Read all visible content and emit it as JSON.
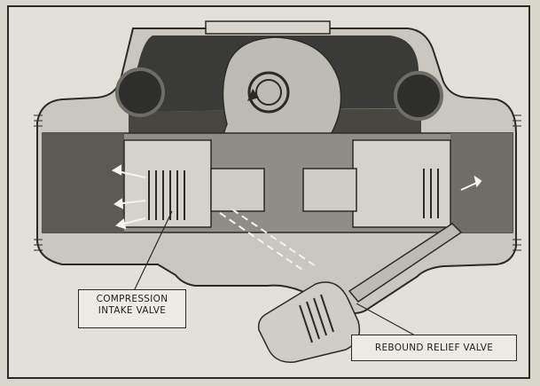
{
  "labels": {
    "compression_line1": "COMPRESSION",
    "compression_line2": "INTAKE VALVE",
    "rebound": "REBOUND RELIEF VALVE"
  },
  "colors": {
    "housing_light": "#c9c7bf",
    "housing_dark": "#3a3a38",
    "bore": "#8e8d87",
    "paper": "#e2e0d8",
    "ink": "#2b2a27"
  },
  "icons": {
    "rotation": "circular-arrow-icon"
  }
}
